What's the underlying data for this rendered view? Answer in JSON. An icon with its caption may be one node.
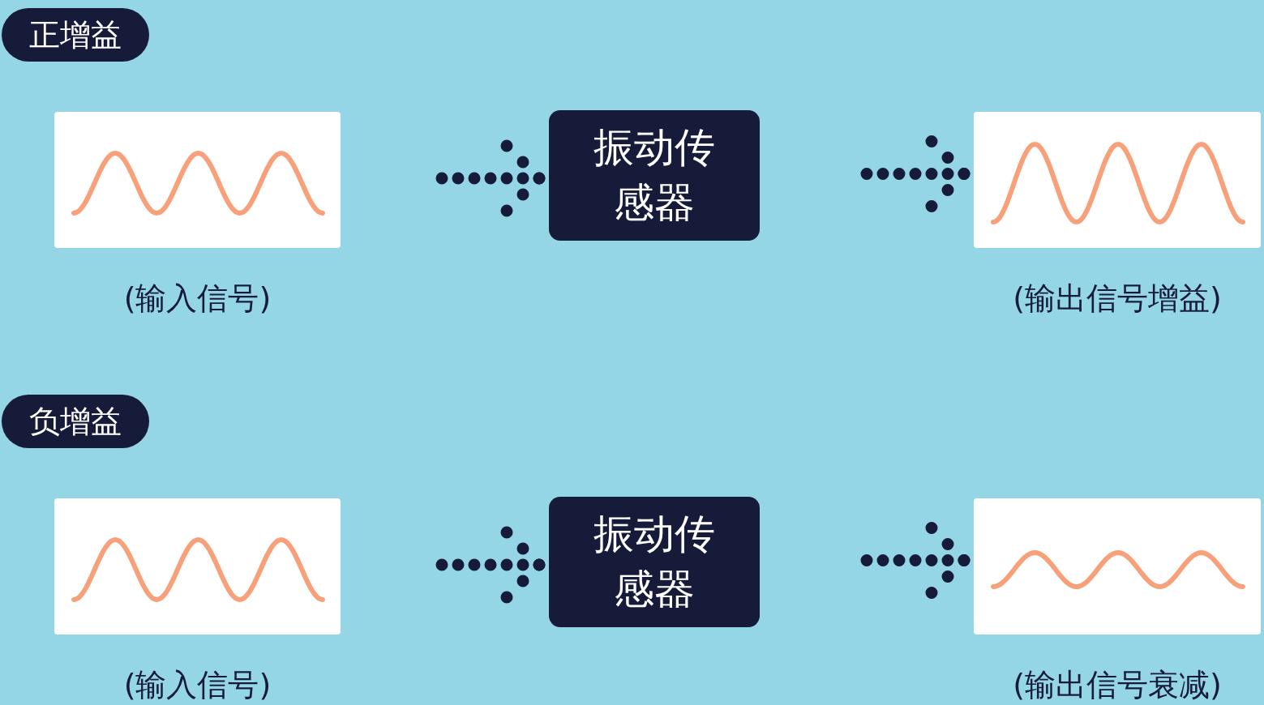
{
  "diagram": {
    "nodes": [
      {
        "text": [
          "正增益"
        ]
      },
      {
        "text": [],
        "shape": "box",
        "beside": [
          "(输入信号)"
        ]
      },
      {
        "text": [
          "振动传感器"
        ]
      },
      {
        "text": [],
        "shape": "box",
        "beside": [
          "(输出信号增益)"
        ]
      },
      {
        "text": [
          "负增益"
        ]
      },
      {
        "text": [],
        "shape": "box",
        "beside": [
          "(输入信号)"
        ]
      },
      {
        "text": [
          "振动传感器"
        ]
      },
      {
        "text": [],
        "shape": "box",
        "beside": [
          "(输出信号衰减)"
        ]
      }
    ],
    "edges": [
      {
        "from": 1,
        "to": 2,
        "arrow": "to",
        "style": "dashed"
      },
      {
        "from": 2,
        "to": 3,
        "arrow": "to",
        "style": "dashed"
      },
      {
        "from": 5,
        "to": 6,
        "arrow": "to",
        "style": "dashed"
      },
      {
        "from": 6,
        "to": 7,
        "arrow": "to",
        "style": "dashed"
      }
    ]
  }
}
